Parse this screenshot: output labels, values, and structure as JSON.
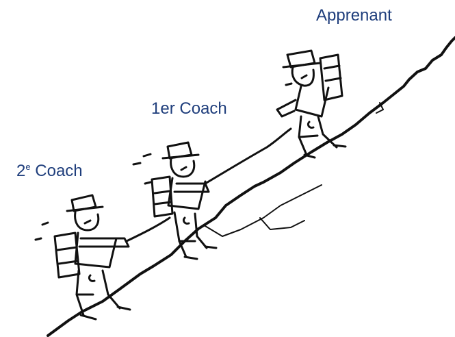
{
  "labels": {
    "apprenant": "Apprenant",
    "coach1": "1er Coach",
    "coach2_number": "2",
    "coach2_superscript": "e",
    "coach2_word": " Coach"
  },
  "colors": {
    "label_text": "#1f3e7c",
    "ink": "#111111",
    "background": "#ffffff"
  },
  "figures": [
    "learner-climber",
    "first-coach-climber",
    "second-coach-climber"
  ]
}
